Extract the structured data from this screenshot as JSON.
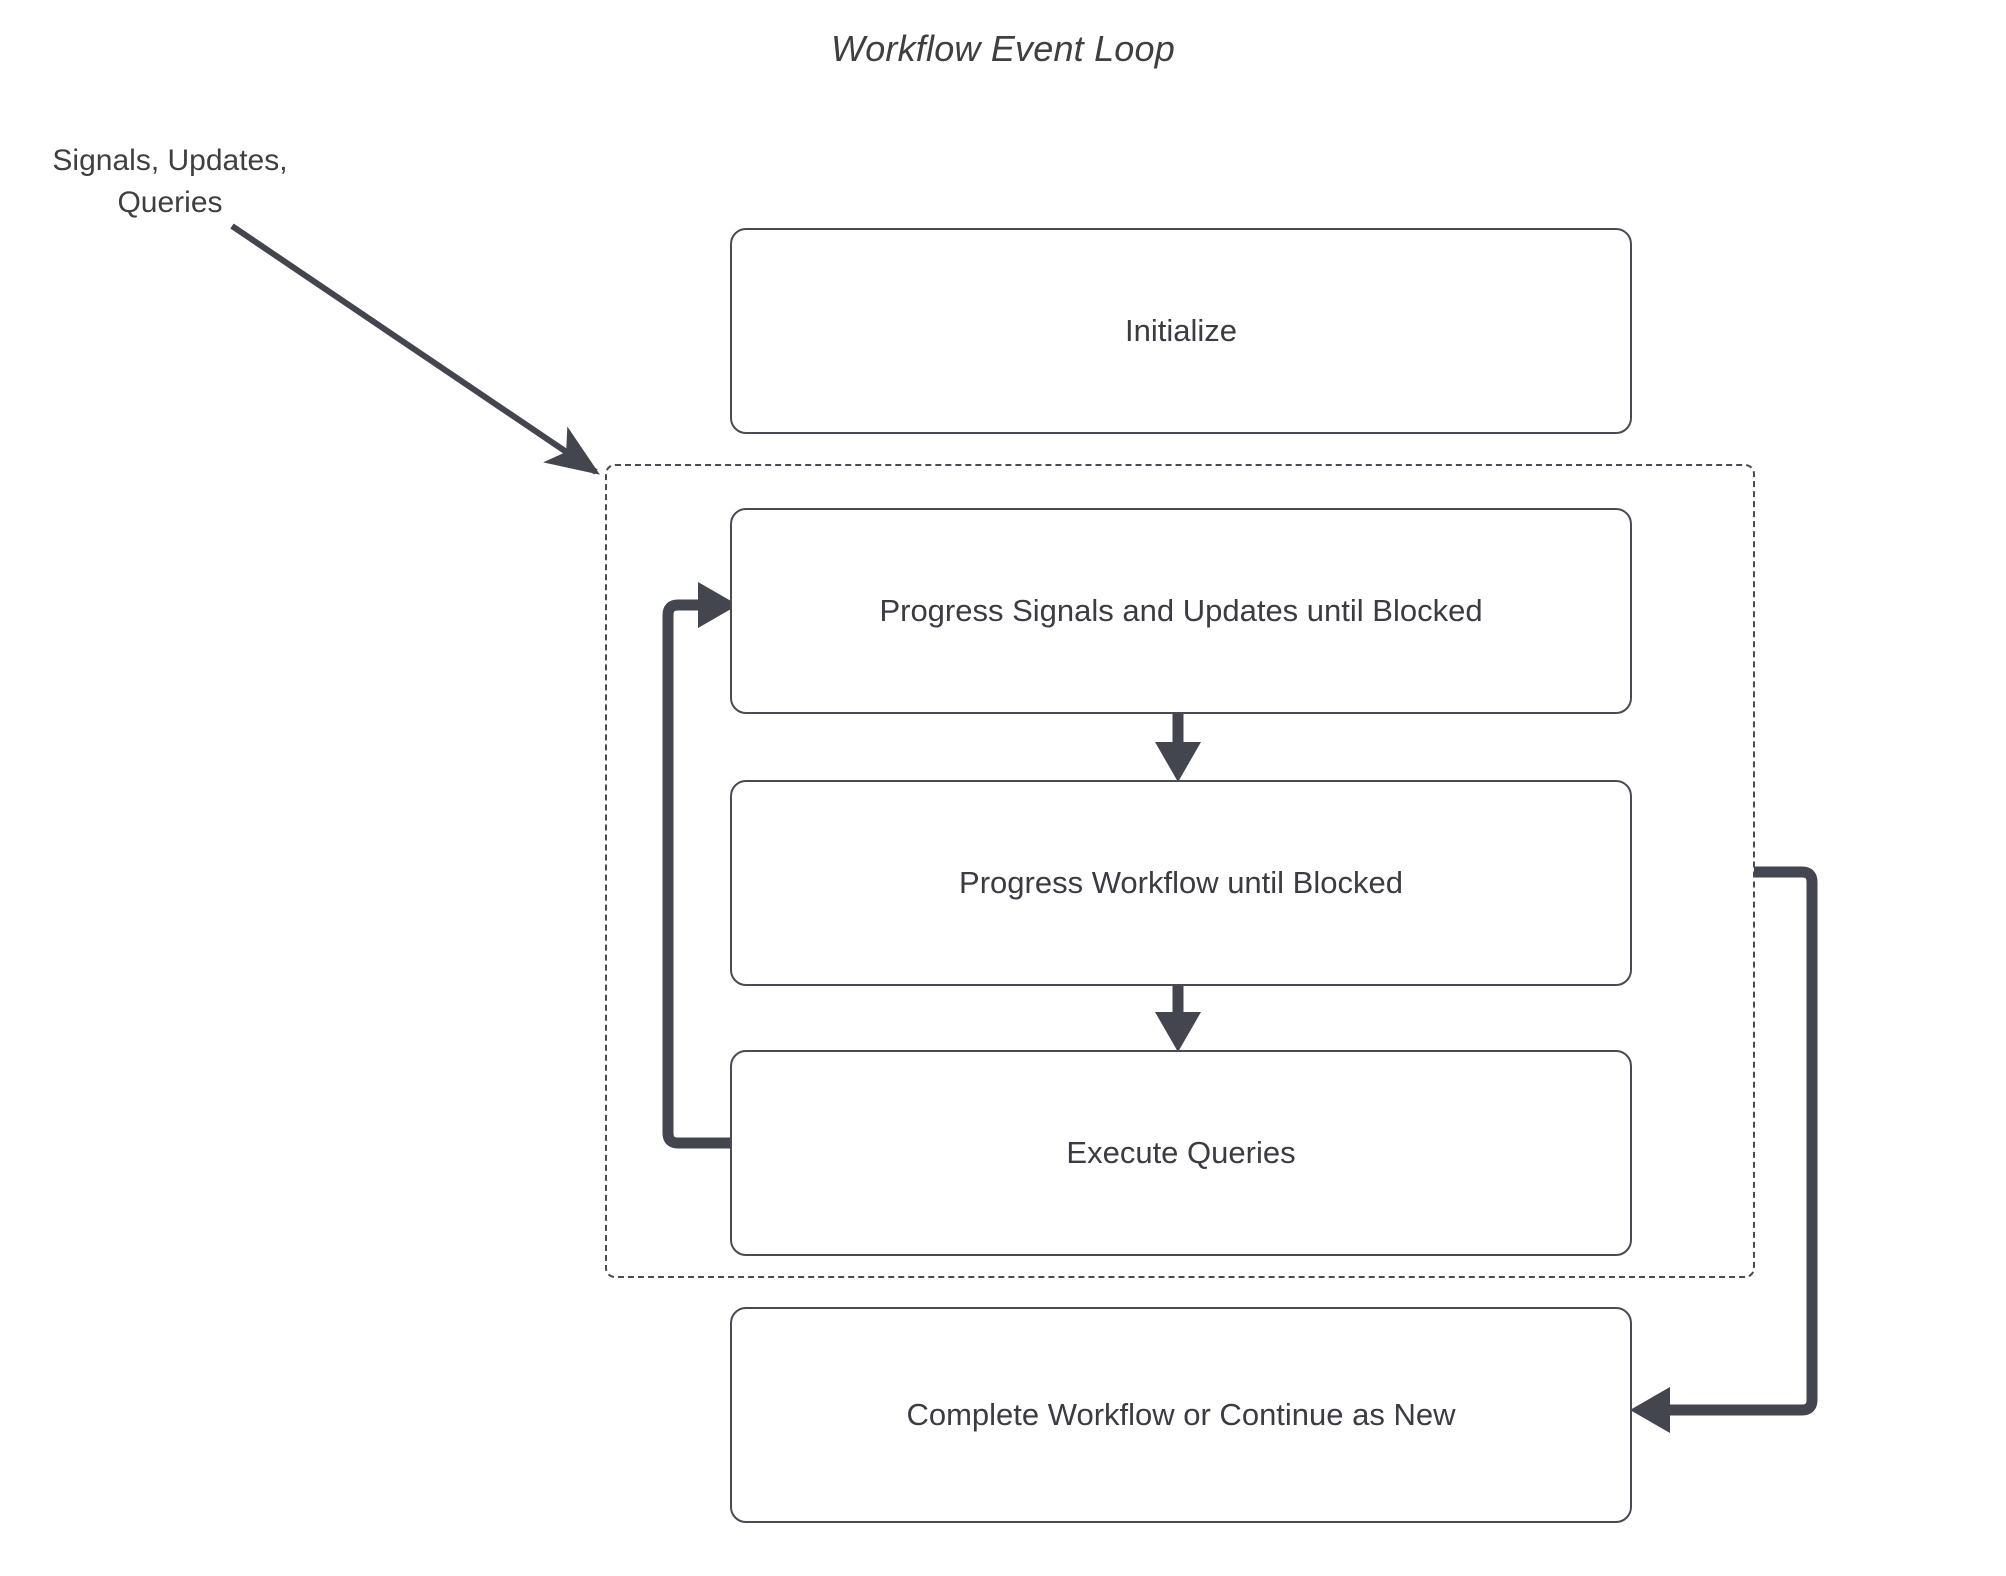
{
  "diagram": {
    "title": "Workflow Event Loop",
    "type": "flowchart",
    "external_label": "Signals, Updates,\nQueries",
    "colors": {
      "node_border": "#4a4a52",
      "node_fill": "#ffffff",
      "edge": "#43454f",
      "text": "#3b3b43",
      "container_border": "#4a4a52",
      "background": "#ffffff"
    },
    "nodes": [
      {
        "id": "initialize",
        "label": "Initialize"
      },
      {
        "id": "progress-su",
        "label": "Progress Signals and Updates until Blocked"
      },
      {
        "id": "progress-wf",
        "label": "Progress Workflow until Blocked"
      },
      {
        "id": "execute-q",
        "label": "Execute Queries"
      },
      {
        "id": "complete",
        "label": "Complete Workflow or Continue as New"
      }
    ],
    "container": {
      "id": "event-loop-container",
      "style": "dashed",
      "contains": [
        "progress-su",
        "progress-wf",
        "execute-q"
      ]
    },
    "edges": [
      {
        "id": "signals-to-loop",
        "from": "Signals, Updates, Queries",
        "to": "event-loop-container",
        "style": "solid-diagonal-arrow"
      },
      {
        "id": "su-to-wf",
        "from": "progress-su",
        "to": "progress-wf",
        "style": "arrow-down"
      },
      {
        "id": "wf-to-eq",
        "from": "progress-wf",
        "to": "execute-q",
        "style": "arrow-down"
      },
      {
        "id": "eq-loop-back",
        "from": "execute-q",
        "to": "progress-su",
        "style": "elbow-arrow-left-up"
      },
      {
        "id": "loop-to-complete",
        "from": "event-loop-container",
        "to": "complete",
        "style": "elbow-arrow-right-down"
      }
    ]
  }
}
